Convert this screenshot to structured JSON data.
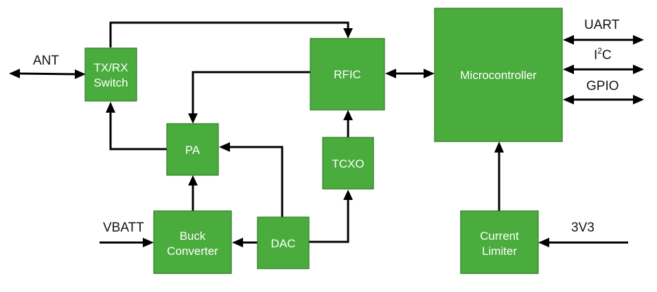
{
  "blocks": {
    "txrx_line1": "TX/RX",
    "txrx_line2": "Switch",
    "rfic": "RFIC",
    "pa": "PA",
    "tcxo": "TCXO",
    "buck_line1": "Buck",
    "buck_line2": "Converter",
    "dac": "DAC",
    "microcontroller": "Microcontroller",
    "limiter_line1": "Current",
    "limiter_line2": "Limiter"
  },
  "labels": {
    "ant": "ANT",
    "vbatt": "VBATT",
    "uart": "UART",
    "i2c_base": "I",
    "i2c_sup": "2",
    "i2c_tail": "C",
    "gpio": "GPIO",
    "v3v3": "3V3"
  },
  "colors": {
    "block_fill": "#4aac3c",
    "block_text": "#ffffff",
    "wire": "#000000"
  }
}
